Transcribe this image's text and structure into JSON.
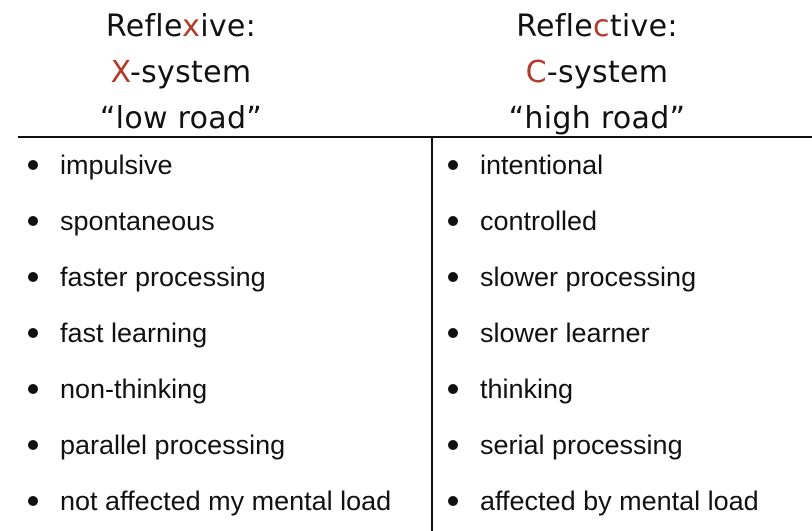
{
  "left_column": {
    "title_pre": "Refle",
    "title_accent": "x",
    "title_post": "ive:",
    "system_accent": "X",
    "system_rest": "-system",
    "road": "“low road”",
    "items": [
      "impulsive",
      "spontaneous",
      "faster processing",
      "fast learning",
      "non-thinking",
      "parallel processing",
      "not affected my mental load"
    ]
  },
  "right_column": {
    "title_pre": "Refle",
    "title_accent": "c",
    "title_post": "tive:",
    "system_accent": "C",
    "system_rest": "-system",
    "road": "“high road”",
    "items": [
      "intentional",
      "controlled",
      "slower processing",
      "slower learner",
      "thinking",
      "serial processing",
      "affected by mental load"
    ]
  },
  "colors": {
    "accent": "#b23a2a",
    "text": "#111111"
  }
}
